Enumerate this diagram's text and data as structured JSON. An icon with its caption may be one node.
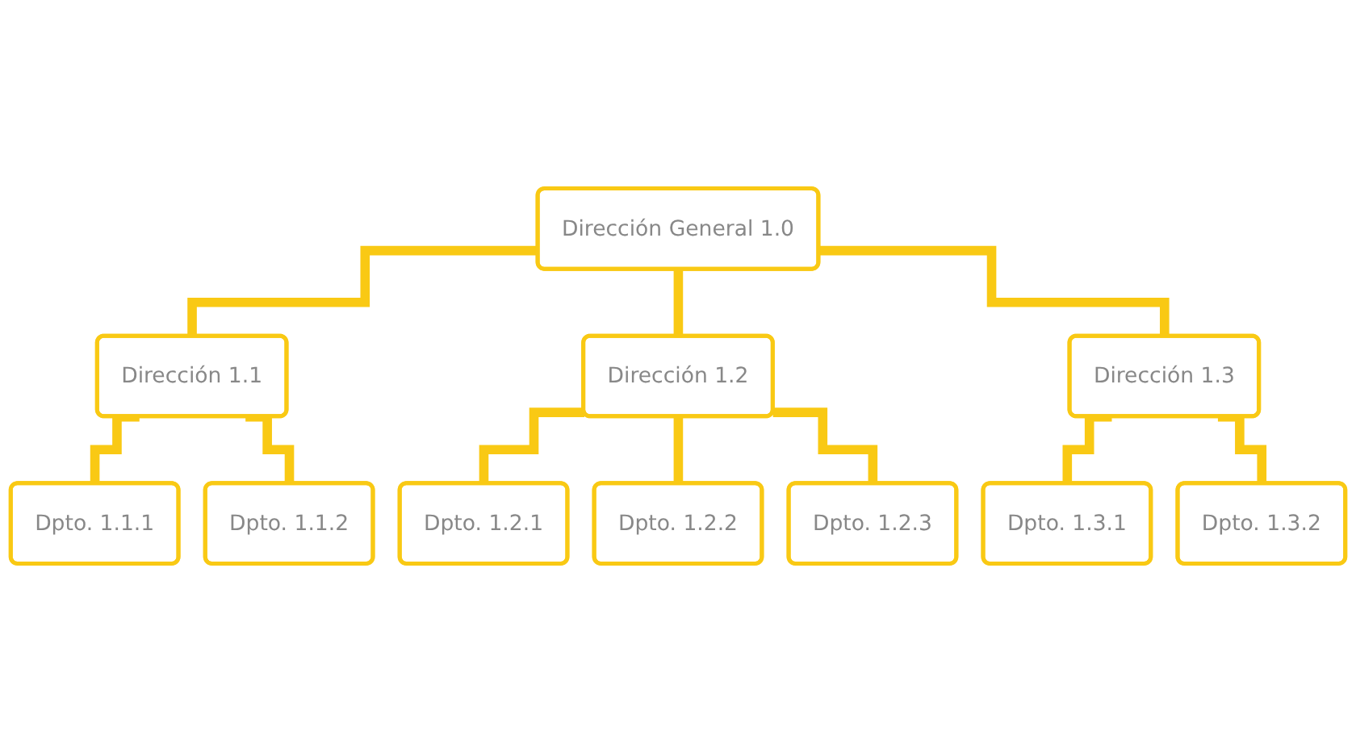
{
  "diagram": {
    "nodes": [
      {
        "text": [
          "Dirección General 1.0"
        ]
      },
      {
        "text": [
          "Dirección 1.1"
        ]
      },
      {
        "text": [
          "Dirección 1.2"
        ]
      },
      {
        "text": [
          "Dirección 1.3"
        ]
      },
      {
        "text": [
          "Dpto. 1.1.1"
        ]
      },
      {
        "text": [
          "Dpto. 1.1.2"
        ]
      },
      {
        "text": [
          "Dpto. 1.2.1"
        ]
      },
      {
        "text": [
          "Dpto. 1.2.2"
        ]
      },
      {
        "text": [
          "Dpto. 1.2.3"
        ]
      },
      {
        "text": [
          "Dpto. 1.3.1"
        ]
      },
      {
        "text": [
          "Dpto. 1.3.2"
        ]
      }
    ],
    "edges": [
      {
        "from": 0,
        "to": 1,
        "arrow": "none"
      },
      {
        "from": 0,
        "to": 2,
        "arrow": "none"
      },
      {
        "from": 0,
        "to": 3,
        "arrow": "none"
      },
      {
        "from": 1,
        "to": 4,
        "arrow": "none"
      },
      {
        "from": 1,
        "to": 5,
        "arrow": "none"
      },
      {
        "from": 2,
        "to": 6,
        "arrow": "none"
      },
      {
        "from": 2,
        "to": 7,
        "arrow": "none"
      },
      {
        "from": 2,
        "to": 8,
        "arrow": "none"
      },
      {
        "from": 3,
        "to": 9,
        "arrow": "none"
      },
      {
        "from": 3,
        "to": 10,
        "arrow": "none"
      }
    ]
  }
}
